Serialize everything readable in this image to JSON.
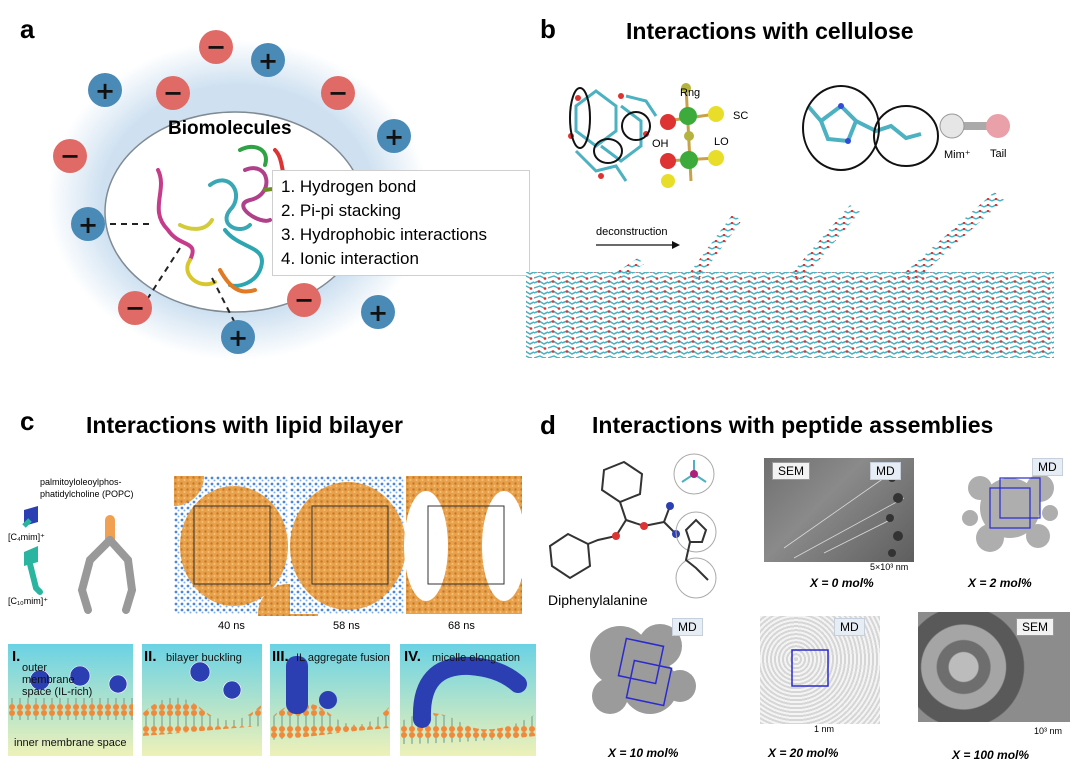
{
  "panel_a": {
    "letter": "a",
    "center_label": "Biomolecules",
    "interactions": [
      "1. Hydrogen bond",
      "2. Pi-pi stacking",
      "3. Hydrophobic interactions",
      "4. Ionic interaction"
    ],
    "colors": {
      "positive": "#4a8ab6",
      "negative": "#e06a66",
      "halo": "#b9d3ea"
    }
  },
  "panel_b": {
    "letter": "b",
    "title": "Interactions with cellulose",
    "labels": {
      "rng": "Rng",
      "sc": "SC",
      "oh": "OH",
      "lo": "LO",
      "mim": "Mim⁺",
      "tail": "Tail",
      "deconstruction": "deconstruction"
    }
  },
  "panel_c": {
    "letter": "c",
    "title": "Interactions with lipid bilayer",
    "popc": "palmitoyloleoylphos-phatidylcholine (POPC)",
    "c4": "[C₄mim]⁺",
    "c10": "[C₁₀mim]⁺",
    "times": [
      "40 ns",
      "58 ns",
      "68 ns"
    ],
    "stages": [
      {
        "num": "I.",
        "text": "outer membrane space (IL-rich)"
      },
      {
        "num": "II.",
        "text": "bilayer buckling"
      },
      {
        "num": "III.",
        "text": "IL aggregate fusion"
      },
      {
        "num": "IV.",
        "text": "micelle elongation"
      }
    ],
    "inner": "inner membrane space"
  },
  "panel_d": {
    "letter": "d",
    "title": "Interactions with peptide assemblies",
    "molecule": "Diphenylalanine",
    "sem": "SEM",
    "md": "MD",
    "scale_5": "5×10³ nm",
    "scale_1": "1 nm",
    "scale_10": "10³ nm",
    "captions": [
      "X = 0 mol%",
      "X = 2 mol%",
      "X = 10 mol%",
      "X = 20 mol%",
      "X = 100 mol%"
    ]
  }
}
